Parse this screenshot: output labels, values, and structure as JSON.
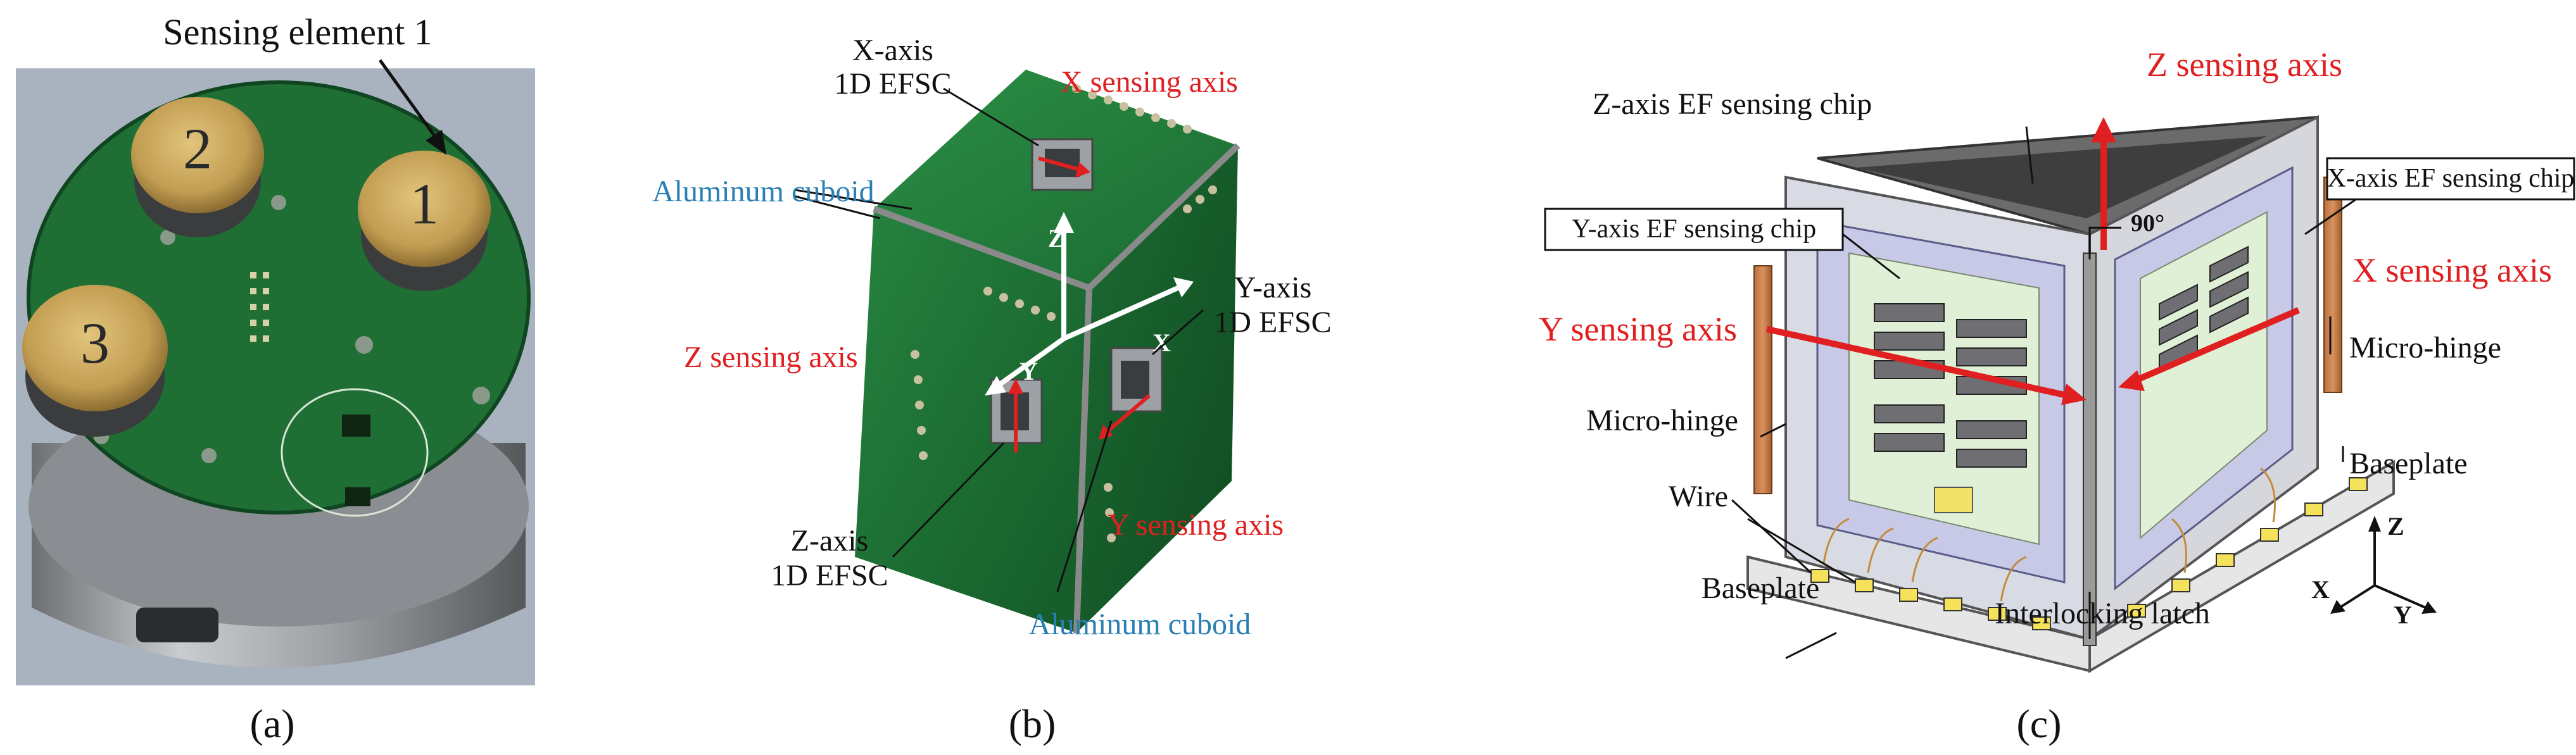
{
  "panel_a": {
    "label": "Sensing element 1",
    "element_numbers": [
      "1",
      "2",
      "3"
    ],
    "caption": "(a)"
  },
  "panel_b": {
    "x_axis_efsc_line1": "X-axis",
    "x_axis_efsc_line2": "1D EFSC",
    "x_sensing_axis": "X sensing axis",
    "aluminum_cuboid_top": "Aluminum cuboid",
    "z_sensing_axis": "Z sensing axis",
    "y_axis_efsc_line1": "Y-axis",
    "y_axis_efsc_line2": "1D EFSC",
    "z_axis_efsc_line1": "Z-axis",
    "z_axis_efsc_line2": "1D EFSC",
    "y_sensing_axis": "Y sensing axis",
    "aluminum_cuboid_bottom": "Aluminum cuboid",
    "axis_z": "Z",
    "axis_x": "X",
    "axis_y": "Y",
    "caption": "(b)"
  },
  "panel_c": {
    "z_sensing_axis": "Z sensing axis",
    "z_chip": "Z-axis EF sensing chip",
    "angle": "90°",
    "x_chip": "X-axis EF sensing chip",
    "y_chip": "Y-axis EF sensing chip",
    "x_sensing_axis": "X sensing axis",
    "y_sensing_axis": "Y sensing axis",
    "micro_hinge_right": "Micro-hinge",
    "micro_hinge_left": "Micro-hinge",
    "baseplate_right": "Baseplate",
    "wire": "Wire",
    "baseplate_left": "Baseplate",
    "interlocking_latch": "Interlocking latch",
    "coord_z": "Z",
    "coord_x": "X",
    "coord_y": "Y",
    "caption": "(c)"
  },
  "colors": {
    "red_annotation": "#e02020",
    "blue_annotation": "#2a7fb5",
    "pcb_green": "#1f7a3a",
    "gold_disc": "#c7a55a"
  }
}
